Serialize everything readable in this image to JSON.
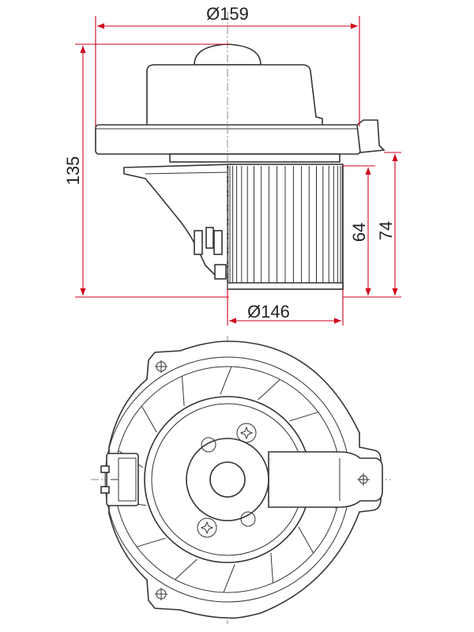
{
  "dimensions": {
    "top_diameter": "Ø159",
    "bottom_diameter": "Ø146",
    "overall_height": "135",
    "height_inner": "64",
    "height_outer": "74"
  },
  "colors": {
    "dimension_line": "#d0001b",
    "outline": "#333333",
    "centerline": "#888888"
  }
}
